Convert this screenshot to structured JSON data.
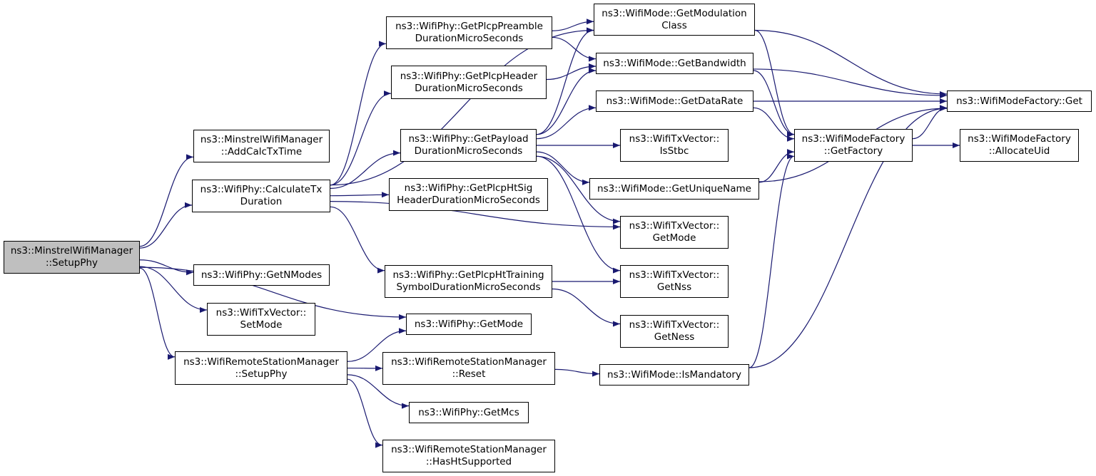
{
  "colors": {
    "edge": "#191970",
    "root_fill": "#bfbfbf",
    "node_fill": "#ffffff",
    "border": "#000000"
  },
  "nodes": {
    "setup_phy_root": [
      "ns3::MinstrelWifiManager",
      "::SetupPhy"
    ],
    "add_calc_tx_time": [
      "ns3::MinstrelWifiManager",
      "::AddCalcTxTime"
    ],
    "calculate_tx_duration": [
      "ns3::WifiPhy::CalculateTx",
      "Duration"
    ],
    "get_n_modes": [
      "ns3::WifiPhy::GetNModes"
    ],
    "txvector_set_mode": [
      "ns3::WifiTxVector::",
      "SetMode"
    ],
    "rsm_setup_phy": [
      "ns3::WifiRemoteStationManager",
      "::SetupPhy"
    ],
    "plcp_preamble": [
      "ns3::WifiPhy::GetPlcpPreamble",
      "DurationMicroSeconds"
    ],
    "plcp_header": [
      "ns3::WifiPhy::GetPlcpHeader",
      "DurationMicroSeconds"
    ],
    "payload_duration": [
      "ns3::WifiPhy::GetPayload",
      "DurationMicroSeconds"
    ],
    "ht_sig_header": [
      "ns3::WifiPhy::GetPlcpHtSig",
      "HeaderDurationMicroSeconds"
    ],
    "ht_training": [
      "ns3::WifiPhy::GetPlcpHtTraining",
      "SymbolDurationMicroSeconds"
    ],
    "phy_get_mode": [
      "ns3::WifiPhy::GetMode"
    ],
    "rsm_reset": [
      "ns3::WifiRemoteStationManager",
      "::Reset"
    ],
    "phy_get_mcs": [
      "ns3::WifiPhy::GetMcs"
    ],
    "rsm_has_ht": [
      "ns3::WifiRemoteStationManager",
      "::HasHtSupported"
    ],
    "mode_modulation_class": [
      "ns3::WifiMode::GetModulation",
      "Class"
    ],
    "mode_bandwidth": [
      "ns3::WifiMode::GetBandwidth"
    ],
    "mode_data_rate": [
      "ns3::WifiMode::GetDataRate"
    ],
    "txvector_is_stbc": [
      "ns3::WifiTxVector::",
      "IsStbc"
    ],
    "mode_unique_name": [
      "ns3::WifiMode::GetUniqueName"
    ],
    "txvector_get_mode": [
      "ns3::WifiTxVector::",
      "GetMode"
    ],
    "txvector_get_nss": [
      "ns3::WifiTxVector::",
      "GetNss"
    ],
    "txvector_get_ness": [
      "ns3::WifiTxVector::",
      "GetNess"
    ],
    "mode_is_mandatory": [
      "ns3::WifiMode::IsMandatory"
    ],
    "factory_get_factory": [
      "ns3::WifiModeFactory",
      "::GetFactory"
    ],
    "factory_get": [
      "ns3::WifiModeFactory::Get"
    ],
    "factory_allocate_uid": [
      "ns3::WifiModeFactory",
      "::AllocateUid"
    ]
  },
  "edges": [
    [
      "setup_phy_root",
      "add_calc_tx_time"
    ],
    [
      "setup_phy_root",
      "calculate_tx_duration"
    ],
    [
      "setup_phy_root",
      "get_n_modes"
    ],
    [
      "setup_phy_root",
      "txvector_set_mode"
    ],
    [
      "setup_phy_root",
      "rsm_setup_phy"
    ],
    [
      "setup_phy_root",
      "phy_get_mode"
    ],
    [
      "calculate_tx_duration",
      "plcp_preamble"
    ],
    [
      "calculate_tx_duration",
      "plcp_header"
    ],
    [
      "calculate_tx_duration",
      "payload_duration"
    ],
    [
      "calculate_tx_duration",
      "ht_sig_header"
    ],
    [
      "calculate_tx_duration",
      "ht_training"
    ],
    [
      "calculate_tx_duration",
      "txvector_get_mode"
    ],
    [
      "calculate_tx_duration",
      "mode_modulation_class"
    ],
    [
      "plcp_preamble",
      "mode_modulation_class"
    ],
    [
      "plcp_preamble",
      "mode_bandwidth"
    ],
    [
      "plcp_header",
      "mode_bandwidth"
    ],
    [
      "payload_duration",
      "mode_modulation_class"
    ],
    [
      "payload_duration",
      "mode_bandwidth"
    ],
    [
      "payload_duration",
      "mode_data_rate"
    ],
    [
      "payload_duration",
      "txvector_is_stbc"
    ],
    [
      "payload_duration",
      "mode_unique_name"
    ],
    [
      "payload_duration",
      "txvector_get_mode"
    ],
    [
      "payload_duration",
      "txvector_get_nss"
    ],
    [
      "ht_training",
      "txvector_get_nss"
    ],
    [
      "ht_training",
      "txvector_get_ness"
    ],
    [
      "rsm_setup_phy",
      "phy_get_mode"
    ],
    [
      "rsm_setup_phy",
      "rsm_reset"
    ],
    [
      "rsm_setup_phy",
      "phy_get_mcs"
    ],
    [
      "rsm_setup_phy",
      "rsm_has_ht"
    ],
    [
      "rsm_reset",
      "mode_is_mandatory"
    ],
    [
      "mode_modulation_class",
      "factory_get_factory"
    ],
    [
      "mode_modulation_class",
      "factory_get"
    ],
    [
      "mode_bandwidth",
      "factory_get_factory"
    ],
    [
      "mode_bandwidth",
      "factory_get"
    ],
    [
      "mode_data_rate",
      "factory_get_factory"
    ],
    [
      "mode_data_rate",
      "factory_get"
    ],
    [
      "mode_unique_name",
      "factory_get_factory"
    ],
    [
      "mode_unique_name",
      "factory_get"
    ],
    [
      "mode_is_mandatory",
      "factory_get_factory"
    ],
    [
      "mode_is_mandatory",
      "factory_get"
    ],
    [
      "factory_get_factory",
      "factory_get"
    ],
    [
      "factory_get_factory",
      "factory_allocate_uid"
    ]
  ]
}
